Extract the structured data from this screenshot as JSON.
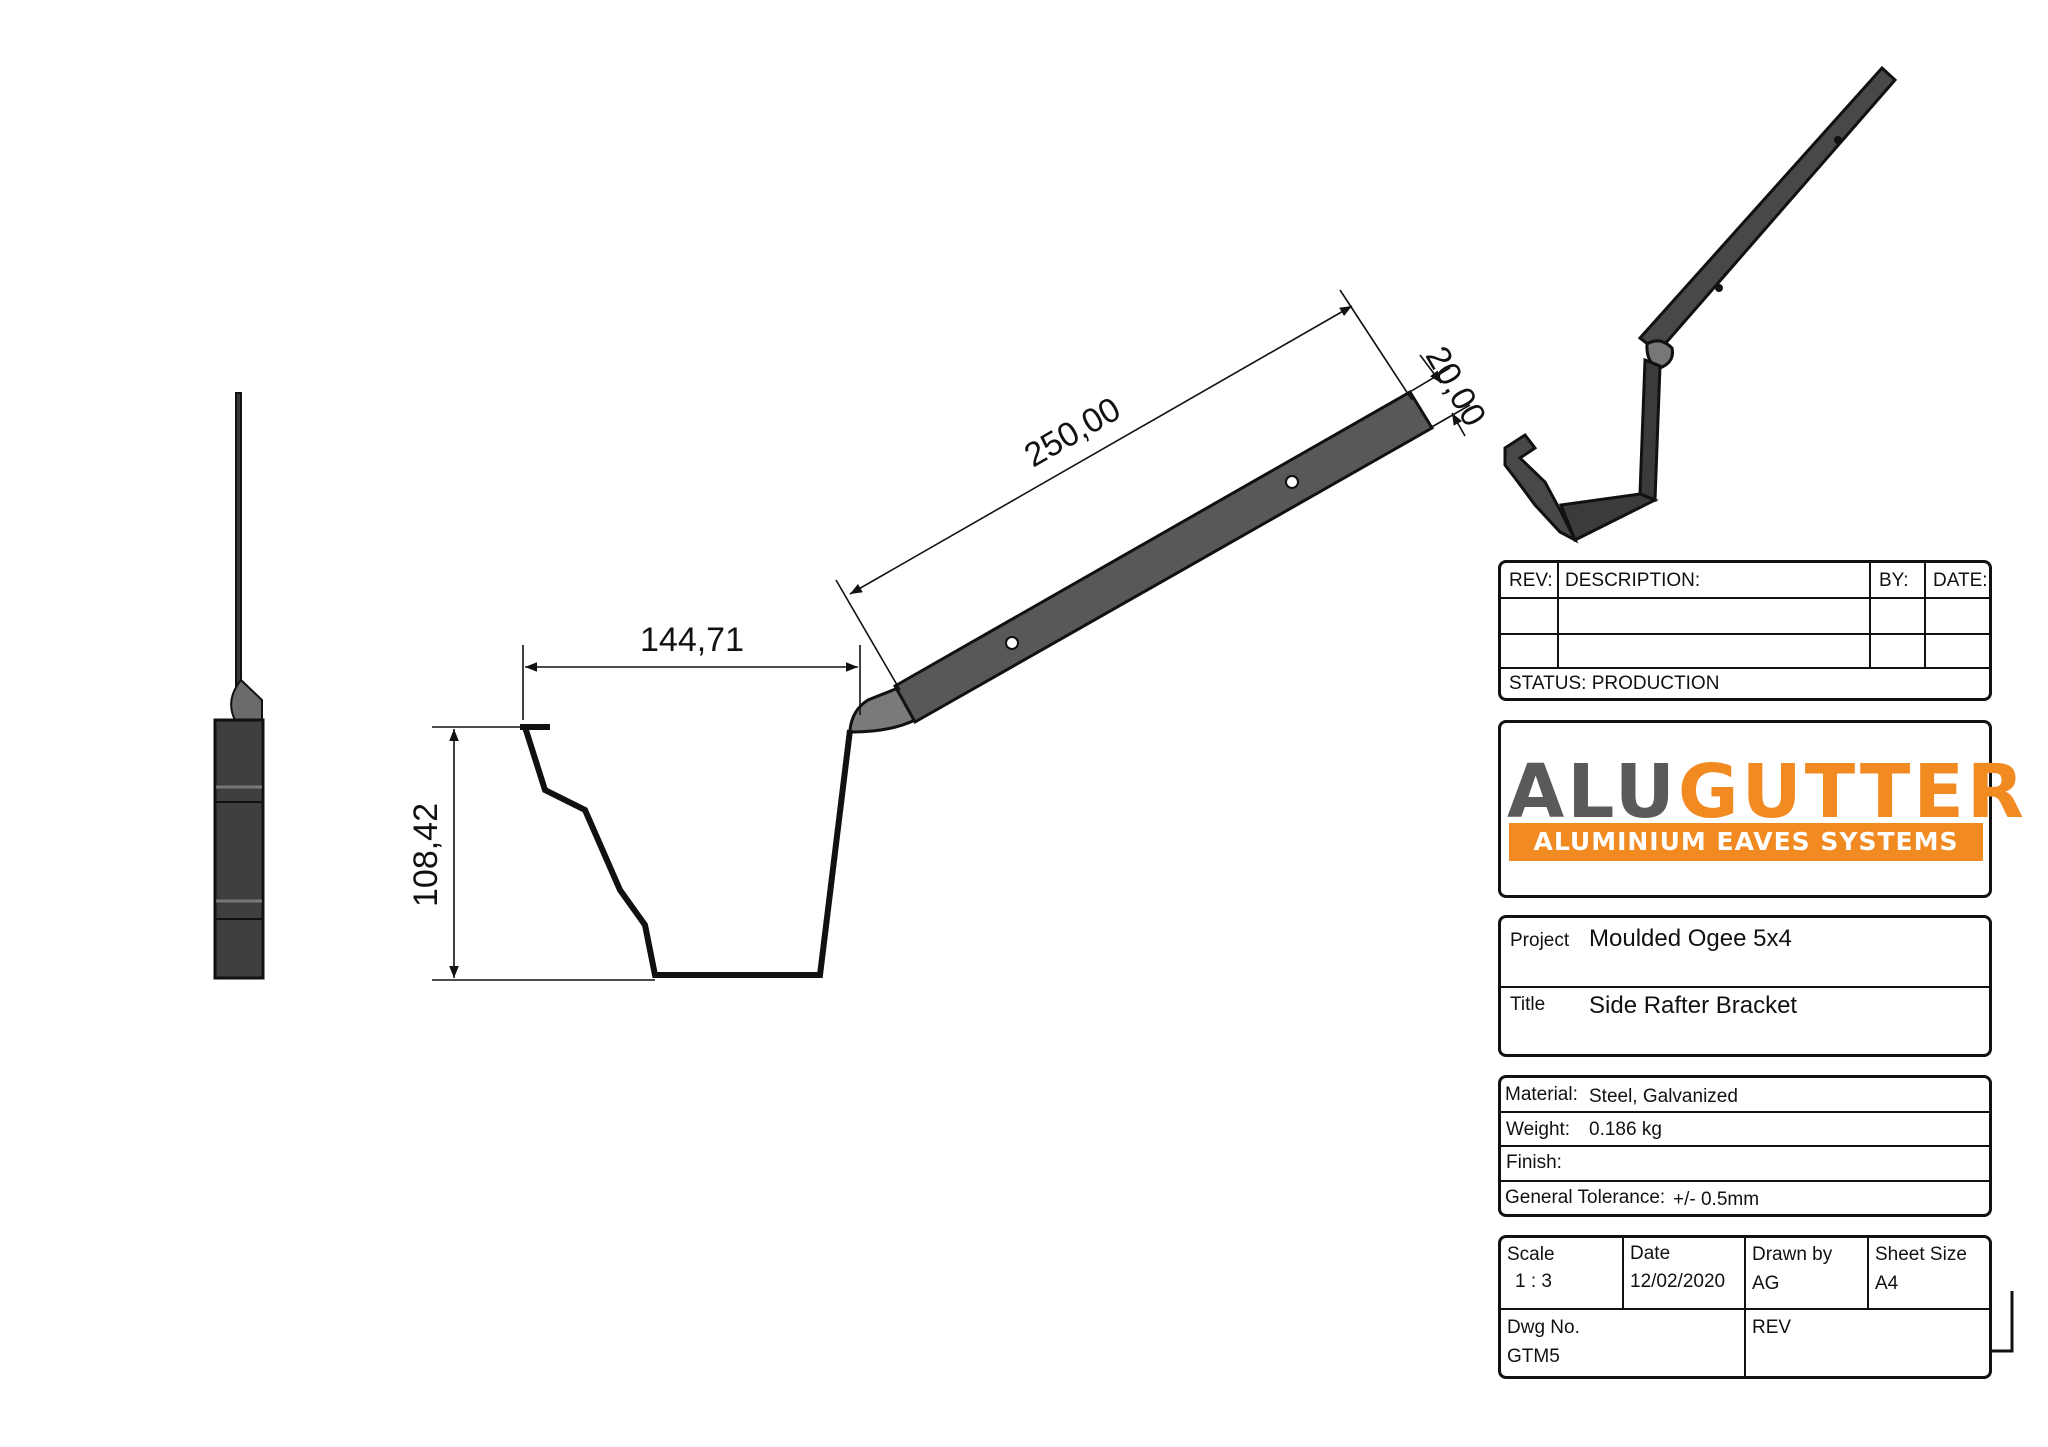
{
  "dimensions": {
    "width_top": "144,71",
    "height": "108,42",
    "arm_length": "250,00",
    "arm_width": "20,00"
  },
  "revision_block": {
    "rev_label": "REV:",
    "description_label": "DESCRIPTION:",
    "by_label": "BY:",
    "date_label": "DATE:",
    "status": "STATUS: PRODUCTION"
  },
  "logo": {
    "alu": "ALU",
    "gutter": "GUTTER",
    "tagline": "ALUMINIUM EAVES SYSTEMS",
    "alu_color": "#5a5a5a",
    "accent_color": "#f28a22"
  },
  "project_block": {
    "project_label": "Project",
    "project_value": "Moulded Ogee 5x4",
    "title_label": "Title",
    "title_value": "Side Rafter Bracket"
  },
  "material_block": {
    "material_label": "Material:",
    "material_value": "Steel, Galvanized",
    "weight_label": "Weight:",
    "weight_value": "0.186 kg",
    "finish_label": "Finish:",
    "tolerance_label": "General Tolerance:",
    "tolerance_value": "+/- 0.5mm"
  },
  "info_block": {
    "scale_label": "Scale",
    "scale_value": "1 : 3",
    "date_label": "Date",
    "date_value": "12/02/2020",
    "drawn_label": "Drawn by",
    "drawn_value": "AG",
    "sheet_label": "Sheet Size",
    "sheet_value": "A4",
    "dwg_label": "Dwg No.",
    "dwg_value": "GTM5",
    "rev_label": "REV"
  }
}
